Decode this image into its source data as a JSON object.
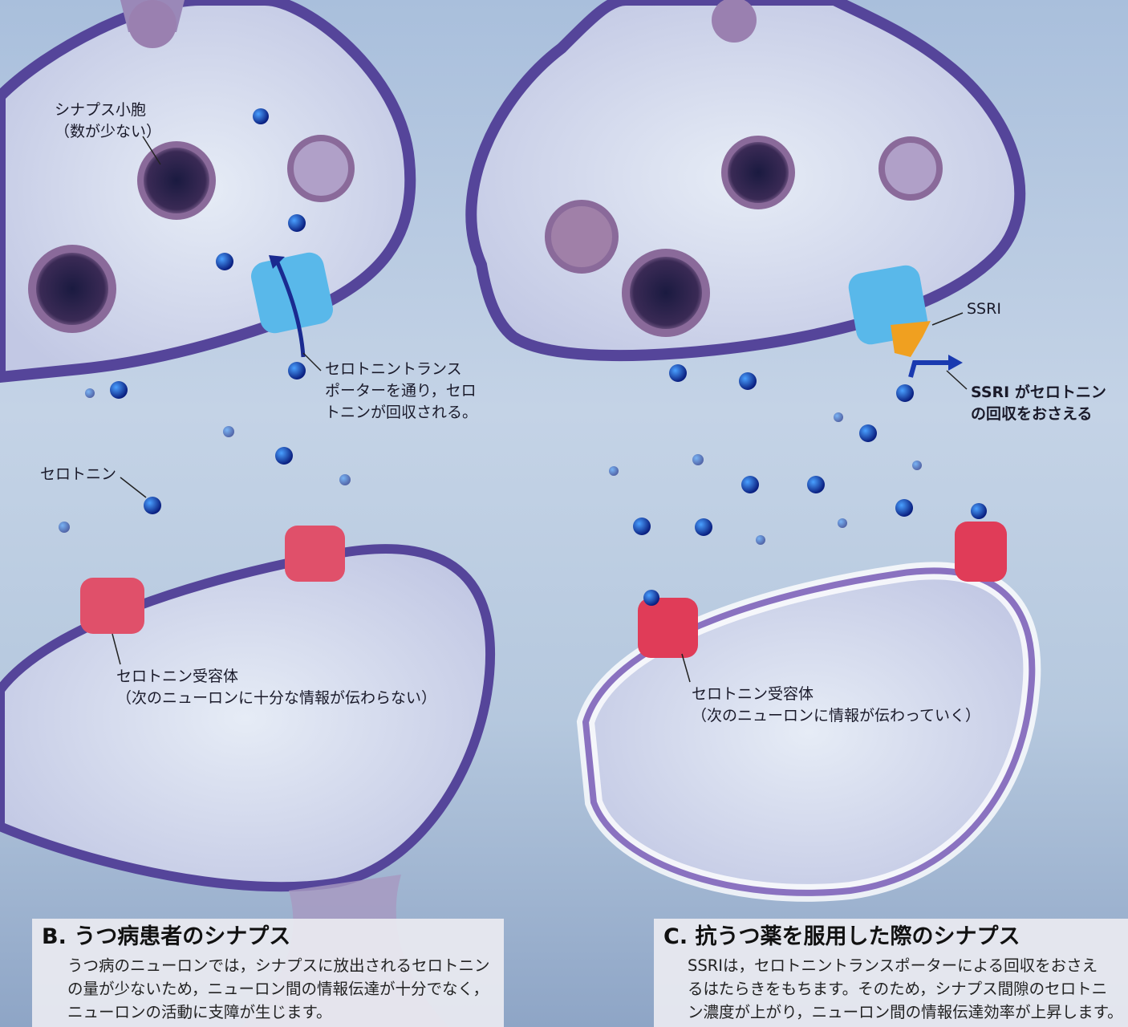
{
  "labels": {
    "vesicle": [
      "シナプス小胞",
      "（数が少ない）"
    ],
    "transporter": [
      "セロトニントランス",
      "ポーターを通り，セロ",
      "トニンが回収される。"
    ],
    "serotonin": "セロトニン",
    "receptor_left": [
      "セロトニン受容体",
      "（次のニューロンに十分な情報が伝わらない）"
    ],
    "ssri": "SSRI",
    "ssri_effect": [
      "SSRI がセロトニン",
      "の回収をおさえる"
    ],
    "receptor_right": [
      "セロトニン受容体",
      "（次のニューロンに情報が伝わっていく）"
    ]
  },
  "panel_b": {
    "title": "B. うつ病患者のシナプス",
    "body": [
      "うつ病のニューロンでは，シナプスに放出されるセロトニン",
      "の量が少ないため，ニューロン間の情報伝達が十分でなく，",
      "ニューロンの活動に支障が生じます。"
    ]
  },
  "panel_c": {
    "title": "C. 抗うつ薬を服用した際のシナプス",
    "body": [
      "SSRIは，セロトニントランスポーターによる回収をおさえ",
      "るはたらきをもちます。そのため，シナプス間隙のセロトニ",
      "ン濃度が上がり，ニューロン間の情報伝達効率が上昇します。"
    ]
  },
  "colors": {
    "membrane": "#5a4a9a",
    "serotonin": "#1c3fc8",
    "transporter": "#59b8ea",
    "receptor": "#e0506a",
    "ssri": "#f0a020"
  }
}
